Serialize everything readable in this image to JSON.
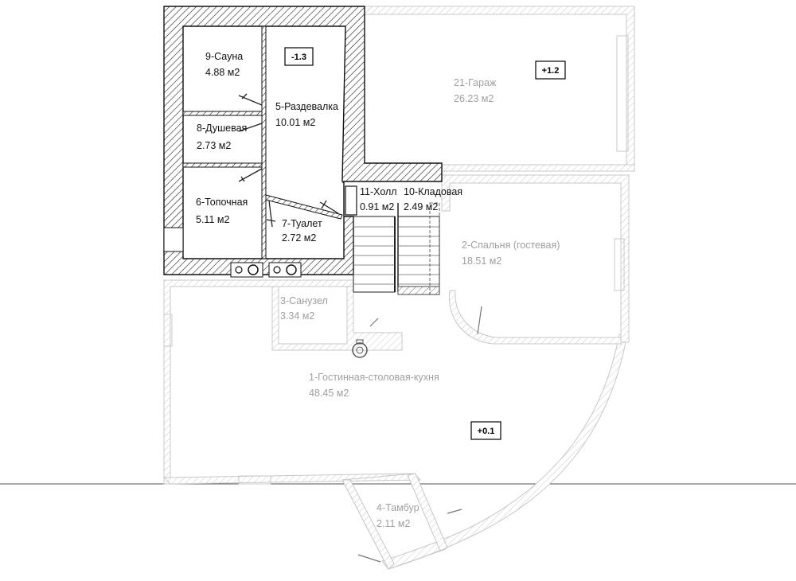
{
  "rooms": [
    {
      "id": "sauna",
      "name": "9-Сауна",
      "area": "4.88 м2",
      "style": "dark"
    },
    {
      "id": "dush",
      "name": "8-Душевая",
      "area": "2.73 м2",
      "style": "dark"
    },
    {
      "id": "topochnaya",
      "name": "6-Топочная",
      "area": "5.11 м2",
      "style": "dark"
    },
    {
      "id": "razdevalka",
      "name": "5-Раздевалка",
      "area": "10.01 м2",
      "style": "dark"
    },
    {
      "id": "tualet",
      "name": "7-Туалет",
      "area": "2.72 м2",
      "style": "dark"
    },
    {
      "id": "holl",
      "name": "11-Холл",
      "area": "0.91 м2",
      "style": "dark"
    },
    {
      "id": "kladovaya",
      "name": "10-Кладовая",
      "area": "2.49 м2",
      "style": "dark"
    },
    {
      "id": "garazh",
      "name": "21-Гараж",
      "area": "26.23 м2",
      "style": "faded"
    },
    {
      "id": "spalnya",
      "name": "2-Спальня (гостевая)",
      "area": "18.51 м2",
      "style": "faded"
    },
    {
      "id": "sanuzel",
      "name": "3-Санузел",
      "area": "3.34 м2",
      "style": "faded"
    },
    {
      "id": "gostinnaya",
      "name": "1-Гостинная-столовая-кухня",
      "area": "48.45 м2",
      "style": "faded"
    },
    {
      "id": "tambur",
      "name": "4-Тамбур",
      "area": "2.11 м2",
      "style": "faded"
    }
  ],
  "level_marks": [
    {
      "id": "minus13",
      "text": "-1.3"
    },
    {
      "id": "plus12",
      "text": "+1.2"
    },
    {
      "id": "plus01",
      "text": "+0.1"
    }
  ]
}
